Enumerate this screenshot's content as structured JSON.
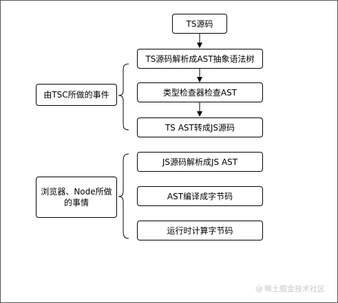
{
  "diagram": {
    "source_box": "TS源码",
    "tsc_steps": [
      "TS源码解析成AST抽象语法树",
      "类型检查器检查AST",
      "TS AST转成JS源码"
    ],
    "tsc_group_label": "由TSC所做的事件",
    "runtime_steps": [
      "JS源码解析成JS AST",
      "AST编译成字节码",
      "运行时计算字节码"
    ],
    "runtime_group_label_line1": "浏览器、Node所做",
    "runtime_group_label_line2": "的事情"
  },
  "watermark": {
    "icon": "at-icon",
    "text": "稀土掘金技术社区"
  },
  "colors": {
    "border": "#000000",
    "frame": "#555555",
    "watermark": "#c8c8c8"
  }
}
